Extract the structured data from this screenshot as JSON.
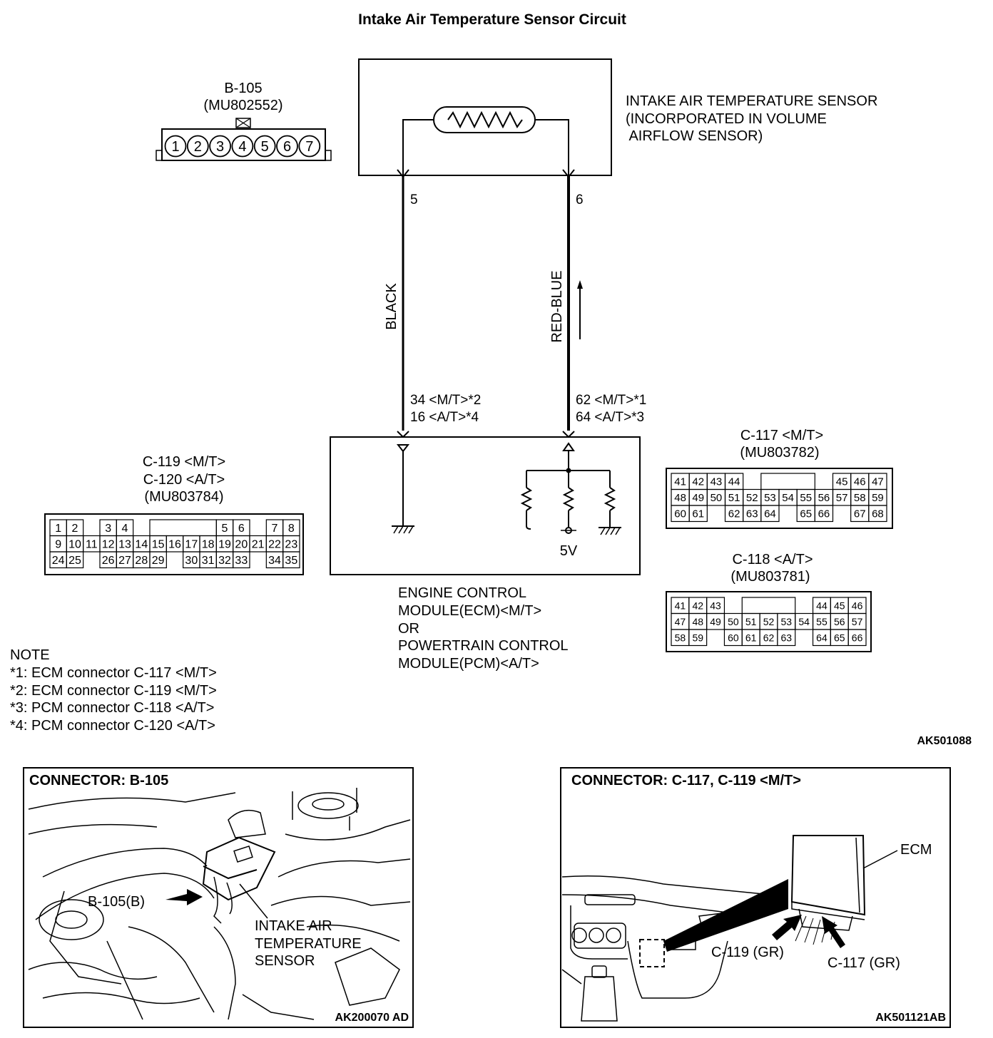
{
  "title": "Intake Air Temperature Sensor Circuit",
  "sensor": {
    "label_lines": [
      "INTAKE AIR TEMPERATURE SENSOR",
      "(INCORPORATED IN VOLUME",
      " AIRFLOW SENSOR)"
    ],
    "pin_left": "5",
    "pin_right": "6"
  },
  "wires": {
    "left_color": "BLACK",
    "right_color": "RED-BLUE",
    "left_terminal_lines": [
      "34 <M/T>*2",
      "16 <A/T>*4"
    ],
    "right_terminal_lines": [
      "62 <M/T>*1",
      "64 <A/T>*3"
    ]
  },
  "module": {
    "voltage_label": "5V",
    "label_lines": [
      "ENGINE CONTROL",
      "MODULE(ECM)<M/T>",
      "OR",
      "POWERTRAIN CONTROL",
      "MODULE(PCM)<A/T>"
    ]
  },
  "connector_b105": {
    "name": "B-105",
    "part": "(MU802552)",
    "pins": [
      "1",
      "2",
      "3",
      "4",
      "5",
      "6",
      "7"
    ]
  },
  "connector_c119": {
    "name_lines": [
      "C-119 <M/T>",
      "C-120 <A/T>"
    ],
    "part": "(MU803784)",
    "rows": [
      [
        "1",
        "2",
        "",
        "3",
        "4",
        "",
        "",
        "",
        "",
        "",
        "5",
        "6",
        "",
        "7",
        "8"
      ],
      [
        "9",
        "10",
        "11",
        "12",
        "13",
        "14",
        "15",
        "16",
        "17",
        "18",
        "19",
        "20",
        "21",
        "22",
        "23"
      ],
      [
        "24",
        "25",
        "",
        "26",
        "27",
        "28",
        "29",
        "",
        "30",
        "31",
        "32",
        "33",
        "",
        "34",
        "35"
      ]
    ]
  },
  "connector_c117": {
    "name": "C-117 <M/T>",
    "part": "(MU803782)",
    "rows": [
      [
        "41",
        "42",
        "43",
        "44",
        "",
        "",
        "",
        "",
        "",
        "45",
        "46",
        "47"
      ],
      [
        "48",
        "49",
        "50",
        "51",
        "52",
        "53",
        "54",
        "55",
        "56",
        "57",
        "58",
        "59"
      ],
      [
        "60",
        "61",
        "",
        "62",
        "63",
        "64",
        "",
        "65",
        "66",
        "",
        "67",
        "68"
      ]
    ]
  },
  "connector_c118": {
    "name": "C-118 <A/T>",
    "part": "(MU803781)",
    "rows": [
      [
        "41",
        "42",
        "43",
        "",
        "",
        "",
        "",
        "",
        "44",
        "45",
        "46"
      ],
      [
        "47",
        "48",
        "49",
        "50",
        "51",
        "52",
        "53",
        "54",
        "55",
        "56",
        "57"
      ],
      [
        "58",
        "59",
        "",
        "60",
        "61",
        "62",
        "63",
        "",
        "64",
        "65",
        "66"
      ]
    ]
  },
  "note": {
    "heading": "NOTE",
    "lines": [
      "*1: ECM connector C-117 <M/T>",
      "*2: ECM connector C-119 <M/T>",
      "*3: PCM connector C-118 <A/T>",
      "*4: PCM connector C-120 <A/T>"
    ]
  },
  "figure_code_top": "AK501088",
  "photo_left": {
    "heading": "CONNECTOR: B-105",
    "pointer_label": "B-105(B)",
    "sensor_label_lines": [
      "INTAKE AIR",
      "TEMPERATURE",
      "SENSOR"
    ],
    "figure_code": "AK200070 AD"
  },
  "photo_right": {
    "heading": "CONNECTOR: C-117, C-119 <M/T>",
    "ecm_label": "ECM",
    "c119_label": "C-119 (GR)",
    "c117_label": "C-117 (GR)",
    "figure_code": "AK501121AB"
  }
}
